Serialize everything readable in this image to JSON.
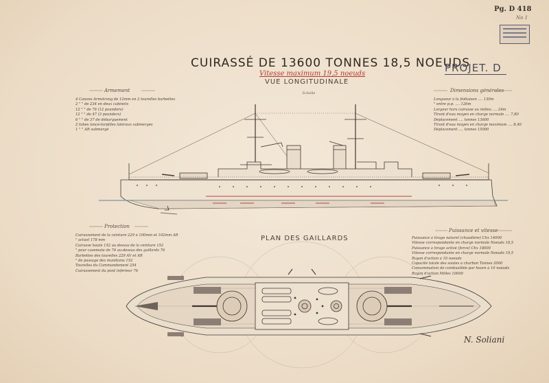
{
  "document": {
    "title": "CUIRASSÉ DE 13600 TONNES 18,5 NOEUDS",
    "subtitle_red": "Vitesse maximum 19,5 noeuds",
    "view_elevation": "VUE LONGITUDINALE",
    "view_plan": "PLAN DES GAILLARDS",
    "project": "PROJET. D",
    "corner_ref": "Pg. D 418",
    "corner_ref_sub": "No 1",
    "signature": "N. Soliani",
    "scale_label": "Echelle"
  },
  "sections": {
    "armament_heading": "Armement",
    "armament_items": [
      "4 Canons Armstrong de 12mm en 2 tourelles barbettes",
      "2 \" \" de 234 en deux cabinets",
      "12 \" \" de 76 (12 pounders)",
      "12 \" \" de 47 (3 pounders)",
      "6 \" \" de 37 de débarquement",
      "2 tubes lance-torpilles latéraux submergés",
      "1 \" \" AR submergé"
    ],
    "dimensions_heading": "Dimensions générales",
    "dimensions_items": [
      "Longueur à la flottaison .... 130m",
      "\" entre p.p. .... 126m",
      "Largeur hors cuirasse au milieu .... 24m",
      "Tirant d'eau moyen en charge normale .... 7,80",
      "Déplacement .... tonnes 13600",
      "Tirant d'eau moyen en charge maximum .... 8,40",
      "Déplacement .... tonnes 15000"
    ],
    "protection_heading": "Protection",
    "protection_items": [
      "Cuirassement de la ceinture 229 à 100mm et 102mm AR",
      "\" actuel 178 mm",
      "Cuirasse haute 152 au dessus de la ceinture 152",
      "\" pour casemate de 76 au-dessus des gaillards 76",
      "Barbettes des tourelles 229 AV et AR",
      "\" de passage des munitions 152",
      "Tourelles du Commandement 254",
      "Cuirassement du pont inférieur 76"
    ],
    "machinery_heading": "Puissance et vitesse",
    "machinery_items": [
      "Puissance à tirage naturel (chaudière) Chx 14000",
      "Vitesse correspondante en charge normale Noeuds 18,5",
      "Puissance à tirage activé (forcé) Chx 18000",
      "Vitesse correspondante en charge normale Noeuds 19,5",
      "Rayon d'action à 10 noeuds",
      "Capacité totale des soutes à charbon Tonnes 2000",
      "Consommation de combustible par heure à 10 noeuds",
      "Rayon d'action Milles 10000"
    ]
  }
}
